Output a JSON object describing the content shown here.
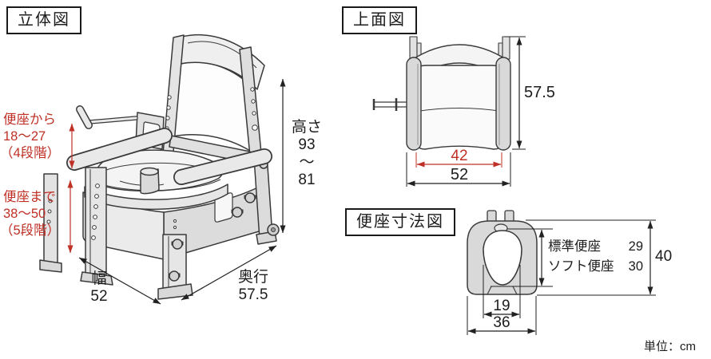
{
  "unit_label": "単位：cm",
  "colors": {
    "accent_red": "#bf3026",
    "line_dark": "#3a3a3a",
    "dim_line": "#222222",
    "fill_light": "#e9e9e9"
  },
  "perspective_view": {
    "title": "立体図",
    "annotation_seat_upper": {
      "line1": "便座から",
      "line2": "18〜27",
      "line3": "（4段階）"
    },
    "annotation_seat_lower": {
      "line1": "便座まで",
      "line2": "38〜50",
      "line3": "（5段階）"
    },
    "height_dim": {
      "label": "高さ",
      "max": "93",
      "tilde": "〜",
      "min": "81"
    },
    "width_dim": {
      "label": "幅",
      "value": "52"
    },
    "depth_dim": {
      "label": "奥行",
      "value": "57.5"
    }
  },
  "top_view": {
    "title": "上面図",
    "depth": "57.5",
    "inner_width": "42",
    "outer_width": "52"
  },
  "seat_view": {
    "title": "便座寸法図",
    "standard_seat_label": "標準便座",
    "standard_seat_value": "29",
    "soft_seat_label": "ソフト便座",
    "soft_seat_value": "30",
    "total_depth": "40",
    "hole_width": "19",
    "seat_width": "36"
  }
}
